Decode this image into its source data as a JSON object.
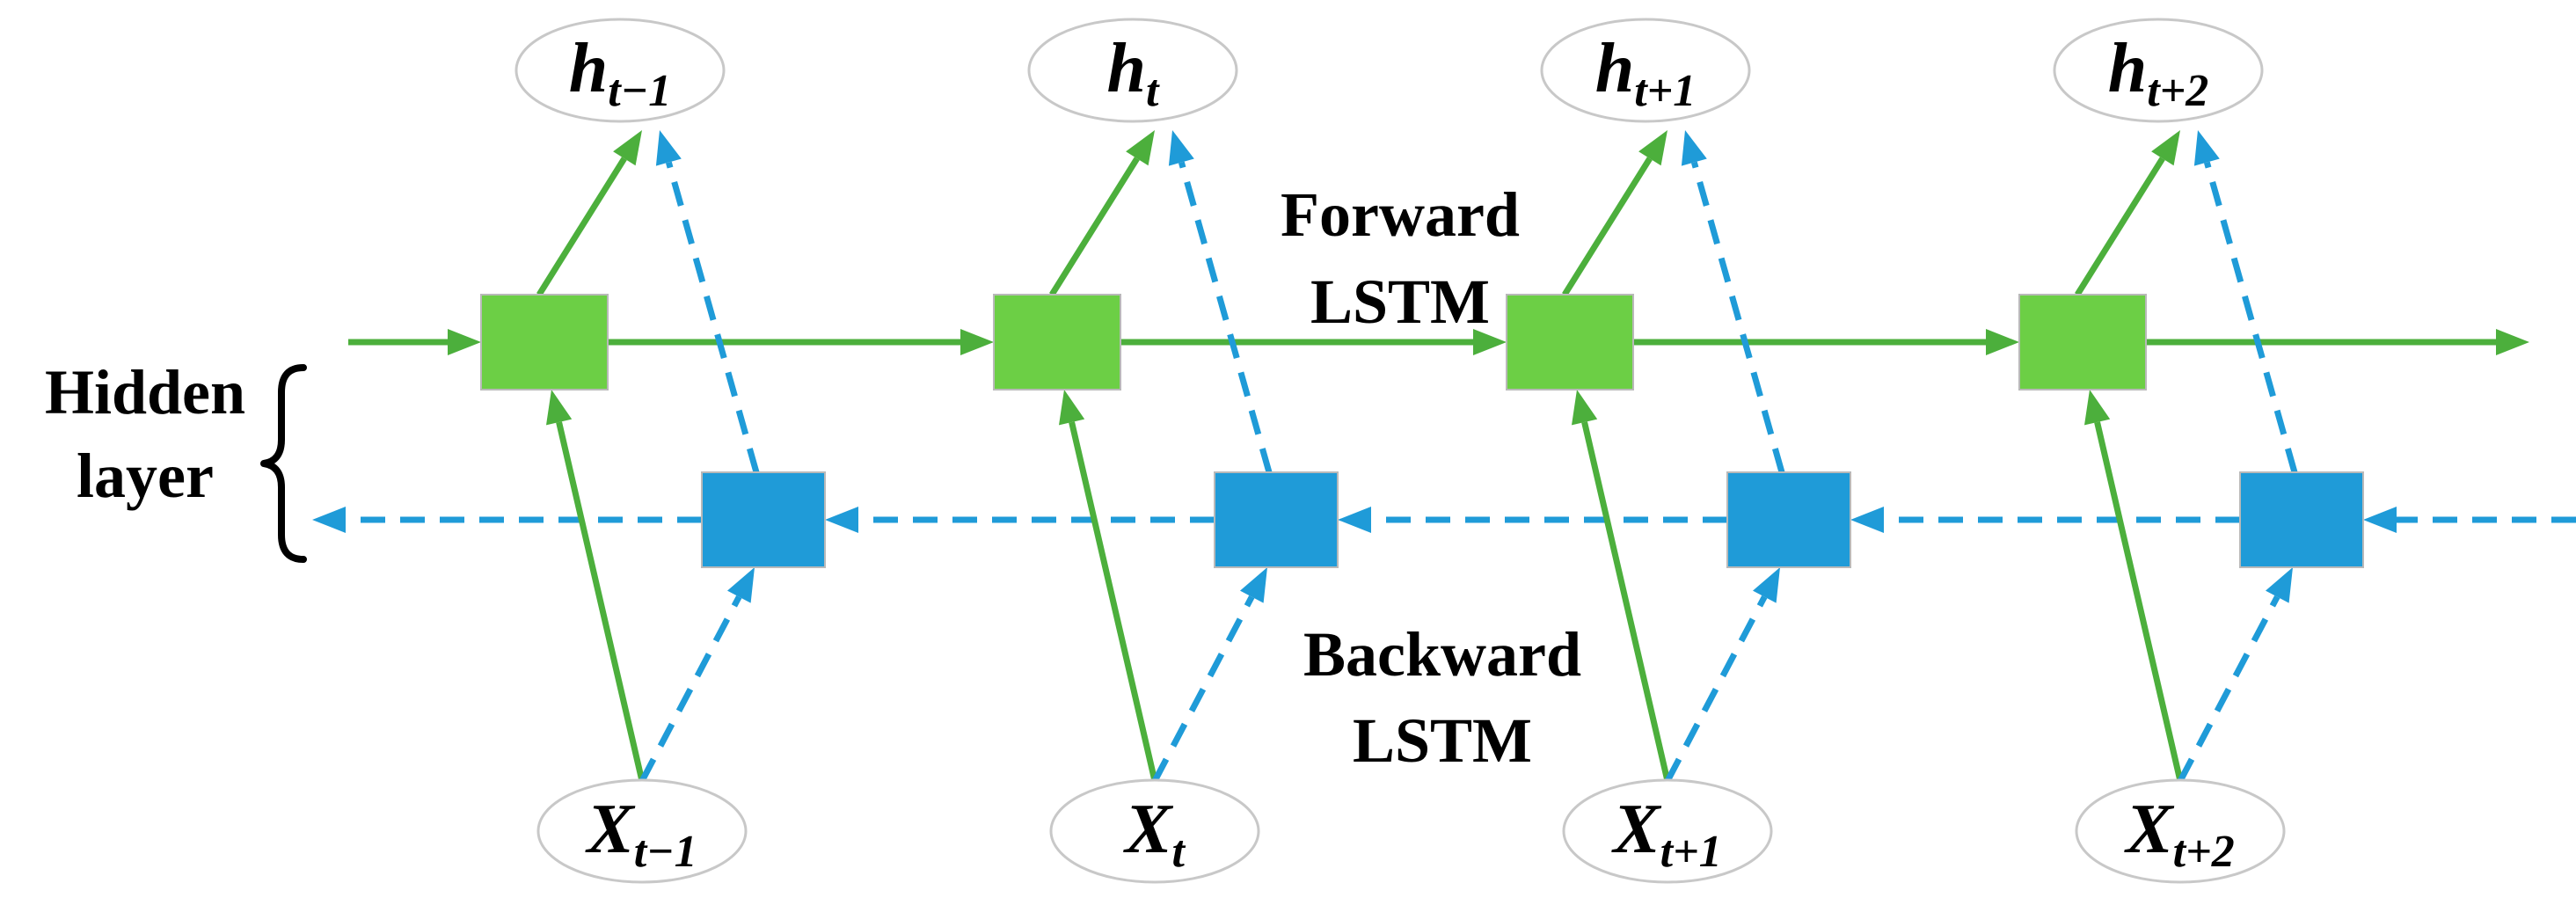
{
  "labels": {
    "forward_line1": "Forward",
    "forward_line2": "LSTM",
    "backward_line1": "Backward",
    "backward_line2": "LSTM",
    "hidden_line1": "Hidden",
    "hidden_line2": "layer"
  },
  "outputs": [
    {
      "main": "h",
      "sub": "t−1"
    },
    {
      "main": "h",
      "sub": "t"
    },
    {
      "main": "h",
      "sub": "t+1"
    },
    {
      "main": "h",
      "sub": "t+2"
    }
  ],
  "inputs": [
    {
      "main": "X",
      "sub": "t−1"
    },
    {
      "main": "X",
      "sub": "t"
    },
    {
      "main": "X",
      "sub": "t+1"
    },
    {
      "main": "X",
      "sub": "t+2"
    }
  ],
  "colors": {
    "forward_box": "#6ccf45",
    "forward_arrow": "#4caf3c",
    "backward_box": "#1f9bd8",
    "backward_arrow": "#1f9bd8",
    "oval_stroke": "#c8c8c8"
  }
}
